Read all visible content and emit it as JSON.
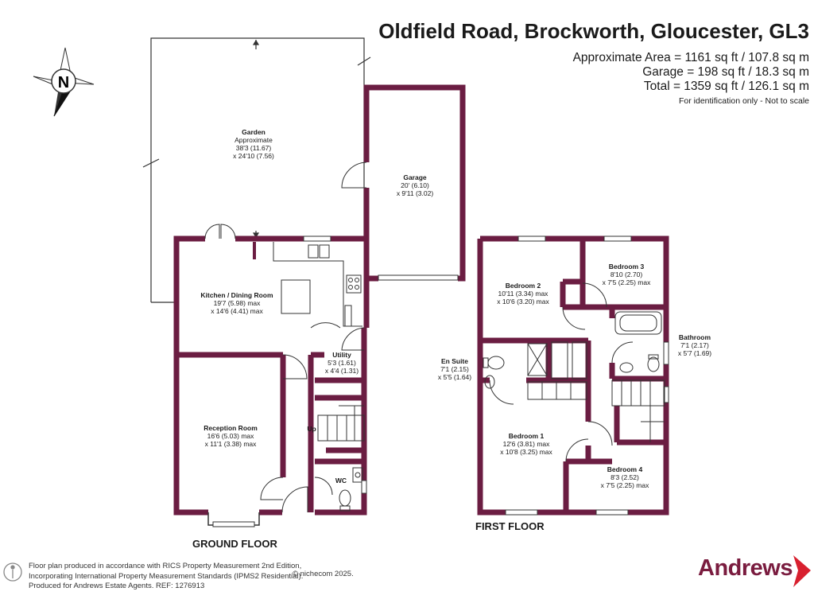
{
  "header": {
    "title": "Oldfield Road, Brockworth, Gloucester, GL3",
    "area_line_1": "Approximate Area = 1161 sq ft / 107.8 sq m",
    "area_line_2": "Garage = 198 sq ft / 18.3 sq m",
    "area_line_3": "Total = 1359 sq ft / 126.1 sq m",
    "note": "For identification only - Not to scale"
  },
  "compass": {
    "letter": "N"
  },
  "ground_floor": {
    "label": "GROUND FLOOR",
    "stairs_label": "Up",
    "rooms": [
      {
        "name": "Garden",
        "line1": "Approximate",
        "line2": "38'3 (11.67)",
        "line3": "x 24'10 (7.56)"
      },
      {
        "name": "Garage",
        "line1": "20' (6.10)",
        "line2": "x 9'11 (3.02)"
      },
      {
        "name": "Kitchen / Dining Room",
        "line1": "19'7 (5.98) max",
        "line2": "x 14'6 (4.41) max"
      },
      {
        "name": "Utility",
        "line1": "5'3 (1.61)",
        "line2": "x 4'4 (1.31)"
      },
      {
        "name": "Reception Room",
        "line1": "16'6 (5.03) max",
        "line2": "x 11'1 (3.38) max"
      },
      {
        "name": "WC"
      }
    ]
  },
  "first_floor": {
    "label": "FIRST FLOOR",
    "rooms": [
      {
        "name": "Bedroom 2",
        "line1": "10'11 (3.34) max",
        "line2": "x 10'6 (3.20) max"
      },
      {
        "name": "Bedroom 3",
        "line1": "8'10 (2.70)",
        "line2": "x 7'5 (2.25) max"
      },
      {
        "name": "Bathroom",
        "line1": "7'1 (2.17)",
        "line2": "x 5'7 (1.69)"
      },
      {
        "name": "En Suite",
        "line1": "7'1 (2.15)",
        "line2": "x 5'5 (1.64)"
      },
      {
        "name": "Bedroom 1",
        "line1": "12'6 (3.81) max",
        "line2": "x 10'8 (3.25) max"
      },
      {
        "name": "Bedroom 4",
        "line1": "8'3 (2.52)",
        "line2": "x 7'5 (2.25) max"
      }
    ]
  },
  "footer": {
    "line1": "Floor plan produced in accordance with RICS Property Measurement 2nd Edition,",
    "line2": "Incorporating International Property Measurement Standards (IPMS2 Residential).",
    "copyright": "© nichecom 2025.",
    "line3": "Produced for Andrews Estate Agents.   REF: 1276913",
    "brand": "Andrews"
  },
  "colors": {
    "wall": "#6b1d42",
    "brand": "#7a1c3f",
    "accent_red": "#d8202f"
  }
}
